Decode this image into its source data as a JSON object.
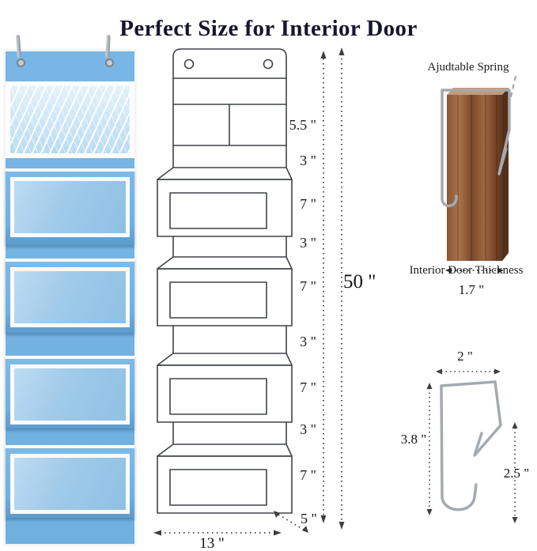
{
  "title": "Perfect Size for Interior Door",
  "schematic": {
    "segment_dimensions": [
      "5.5 \"",
      "3 \"",
      "7 \"",
      "3 \"",
      "7 \"",
      "3 \"",
      "7 \"",
      "3 \"",
      "7 \""
    ],
    "total_height": "50 \"",
    "depth": "5 \"",
    "width": "13 \""
  },
  "spring_hook": {
    "label": "Ajudtable Spring",
    "door_thickness_label": "Interior Door Thickness",
    "door_thickness_value": "1.7 \""
  },
  "hook_dimensions": {
    "top_width": "2 \"",
    "left_height": "3.8 \"",
    "right_height": "2.5 \""
  },
  "icons": [
    "hook-wire-icon",
    "grommet-icon",
    "door-hook-icon",
    "hook-icon",
    "arrowhead-icon"
  ],
  "colors": {
    "title": "#15152e",
    "organizer_blue": "#74b4e3",
    "window_blue": "#a6cfeb",
    "trim_white": "#fbfbfb",
    "line": "#3f4449",
    "metal": "#a4aab0",
    "wood": "#8a5636"
  }
}
